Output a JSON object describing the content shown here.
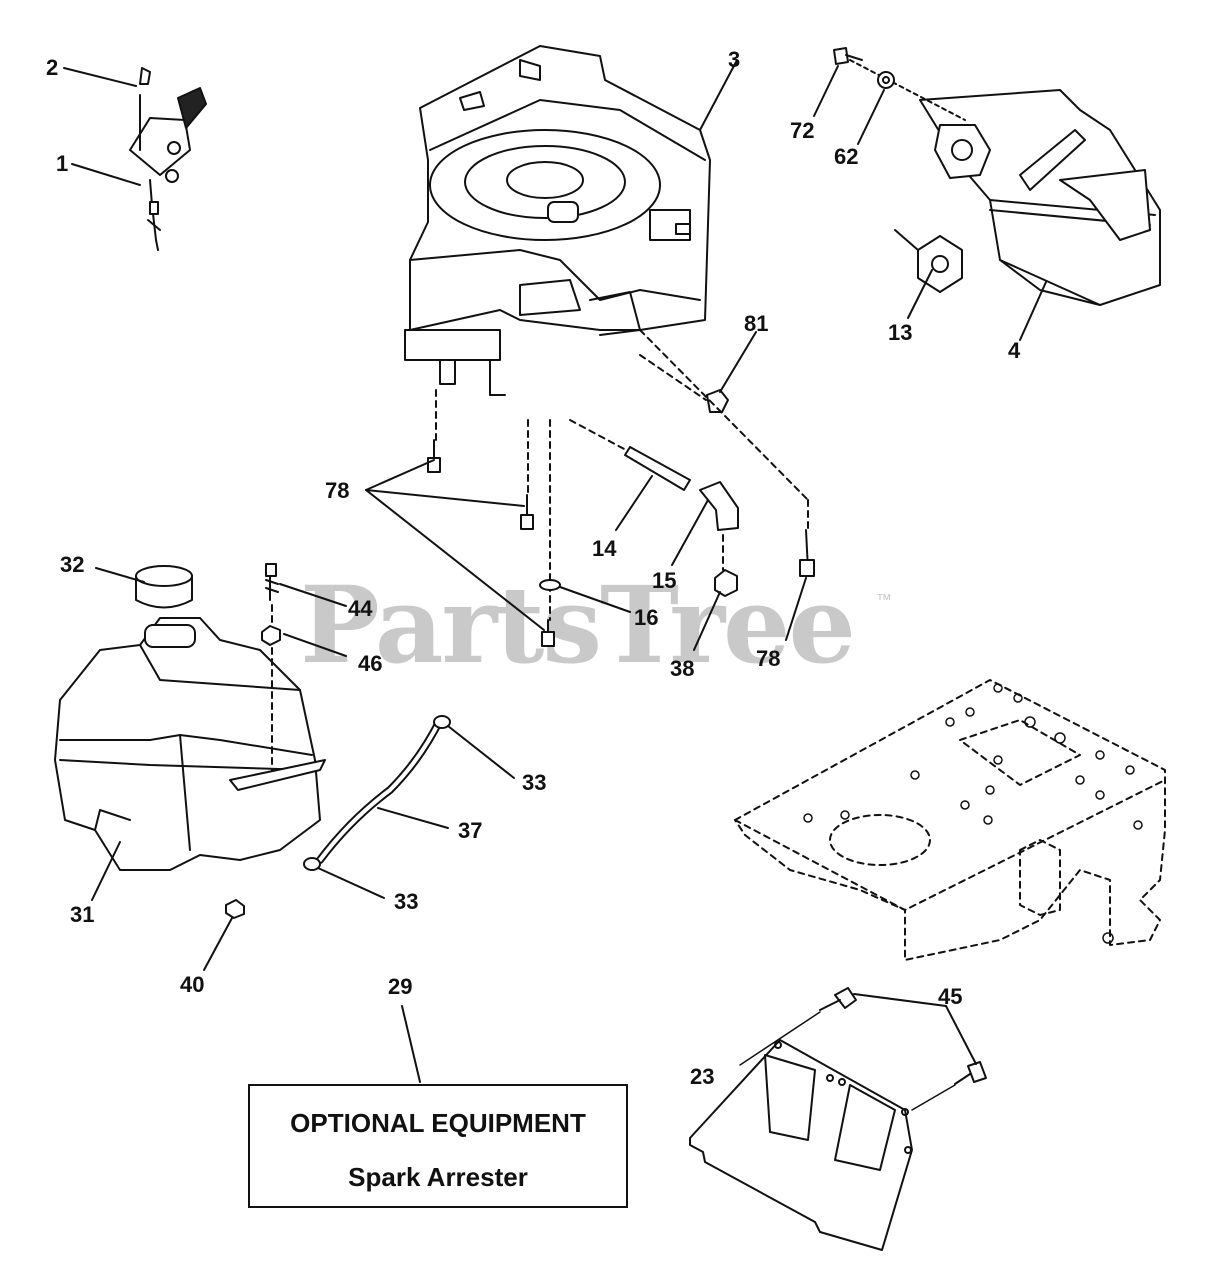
{
  "watermark": {
    "brand": "PartsTree",
    "trademark": "™"
  },
  "callouts": {
    "c1": "1",
    "c2": "2",
    "c3": "3",
    "c4": "4",
    "c13": "13",
    "c14": "14",
    "c15": "15",
    "c16": "16",
    "c23": "23",
    "c29": "29",
    "c31": "31",
    "c32": "32",
    "c33a": "33",
    "c33b": "33",
    "c37": "37",
    "c38": "38",
    "c40": "40",
    "c44": "44",
    "c45": "45",
    "c46": "46",
    "c62": "62",
    "c72": "72",
    "c78a": "78",
    "c78b": "78",
    "c81": "81"
  },
  "optional_box": {
    "line1": "OPTIONAL EQUIPMENT",
    "line2": "Spark Arrester"
  }
}
